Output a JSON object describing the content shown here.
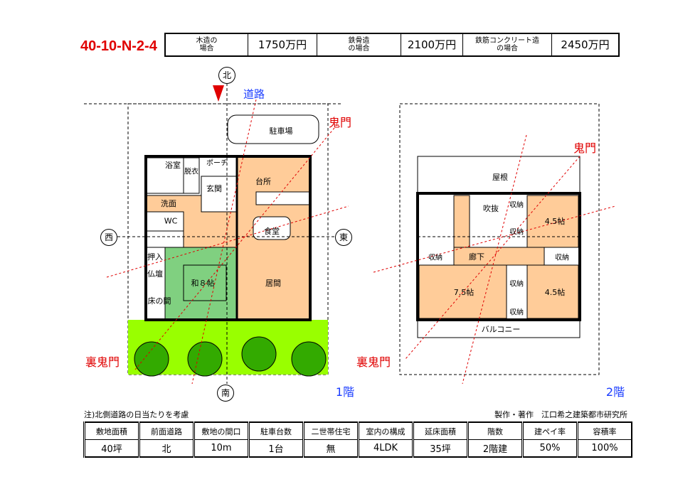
{
  "plan_code": "40-10-N-2-4",
  "prices": [
    {
      "label": "木造の\n場合",
      "value": "1750万円"
    },
    {
      "label": "鉄骨造\nの場合",
      "value": "2100万円"
    },
    {
      "label": "鉄筋コンクリート造\nの場合",
      "value": "2450万円"
    }
  ],
  "compass": {
    "north": "北",
    "south": "南",
    "east": "東",
    "west": "西"
  },
  "road": "道路",
  "kimon": "鬼門",
  "urakimon": "裏鬼門",
  "floor1": {
    "title": "1階",
    "rooms": {
      "parking": "駐車場",
      "bath": "浴室",
      "dressing": "脱衣",
      "porch": "ポーチ",
      "entrance": "玄関",
      "kitchen": "台所",
      "washroom": "洗面",
      "wc": "WC",
      "dining": "食堂",
      "closet": "押入",
      "altar": "仏壇",
      "tokonoma": "床の間",
      "japanese": "和８帖",
      "living": "居間"
    }
  },
  "floor2": {
    "title": "2階",
    "rooms": {
      "roof": "屋根",
      "void": "吹抜",
      "storage": "収納",
      "room_ne": "4.5帖",
      "corridor": "廊下",
      "room_sw": "7.5帖",
      "room_se": "4.5帖",
      "balcony": "バルコニー"
    }
  },
  "note": "注)北側道路の日当たりを考慮",
  "author": "製作・著作　江口希之建築都市研究所",
  "specs": {
    "headers": [
      "敷地面積",
      "前面道路",
      "敷地の間口",
      "駐車台数",
      "二世帯住宅",
      "室内の構成",
      "延床面積",
      "階数",
      "建ペイ率",
      "容積率"
    ],
    "values": [
      "40坪",
      "北",
      "10m",
      "1台",
      "無",
      "4LDK",
      "35坪",
      "2階建",
      "50%",
      "100%"
    ]
  },
  "colors": {
    "peach": "#ffcc99",
    "green": "#80d080",
    "lawn": "#99ff00",
    "tree": "#33aa00",
    "accent_red": "#e00000",
    "accent_blue": "#1a3cff"
  }
}
